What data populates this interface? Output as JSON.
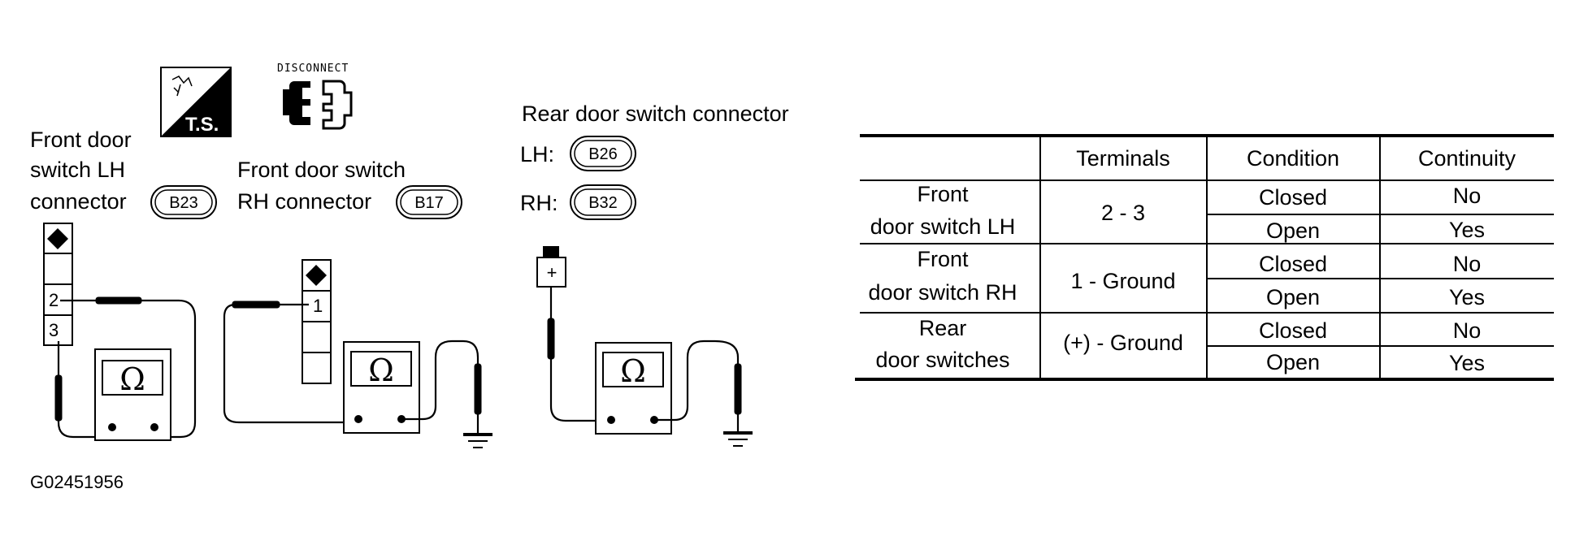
{
  "icons": {
    "ts_label": "T.S.",
    "disconnect_label": "DISCONNECT"
  },
  "labels": {
    "front_lh_line1": "Front door",
    "front_lh_line2": "switch  LH",
    "front_lh_line3": "connector",
    "front_lh_code": "B23",
    "front_rh_line1": "Front door switch",
    "front_rh_line2": "RH connector",
    "front_rh_code": "B17",
    "rear_title": "Rear door switch connector",
    "rear_lh_prefix": "LH:",
    "rear_lh_code": "B26",
    "rear_rh_prefix": "RH:",
    "rear_rh_code": "B32"
  },
  "connectors": {
    "lh_pin_a": "2",
    "lh_pin_b": "3",
    "rh_pin": "1",
    "rear_pin": "+"
  },
  "meter_symbol": "Ω",
  "figure_code": "G02451956",
  "table": {
    "headers": [
      "",
      "Terminals",
      "Condition",
      "Continuity"
    ],
    "groups": [
      {
        "name_line1": "Front",
        "name_line2": "door switch LH",
        "terminals": "2 - 3",
        "rows": [
          {
            "condition": "Closed",
            "continuity": "No"
          },
          {
            "condition": "Open",
            "continuity": "Yes"
          }
        ]
      },
      {
        "name_line1": "Front",
        "name_line2": "door switch RH",
        "terminals": "1 - Ground",
        "rows": [
          {
            "condition": "Closed",
            "continuity": "No"
          },
          {
            "condition": "Open",
            "continuity": "Yes"
          }
        ]
      },
      {
        "name_line1": "Rear",
        "name_line2": "door switches",
        "terminals": "(+) - Ground",
        "rows": [
          {
            "condition": "Closed",
            "continuity": "No"
          },
          {
            "condition": "Open",
            "continuity": "Yes"
          }
        ]
      }
    ]
  }
}
